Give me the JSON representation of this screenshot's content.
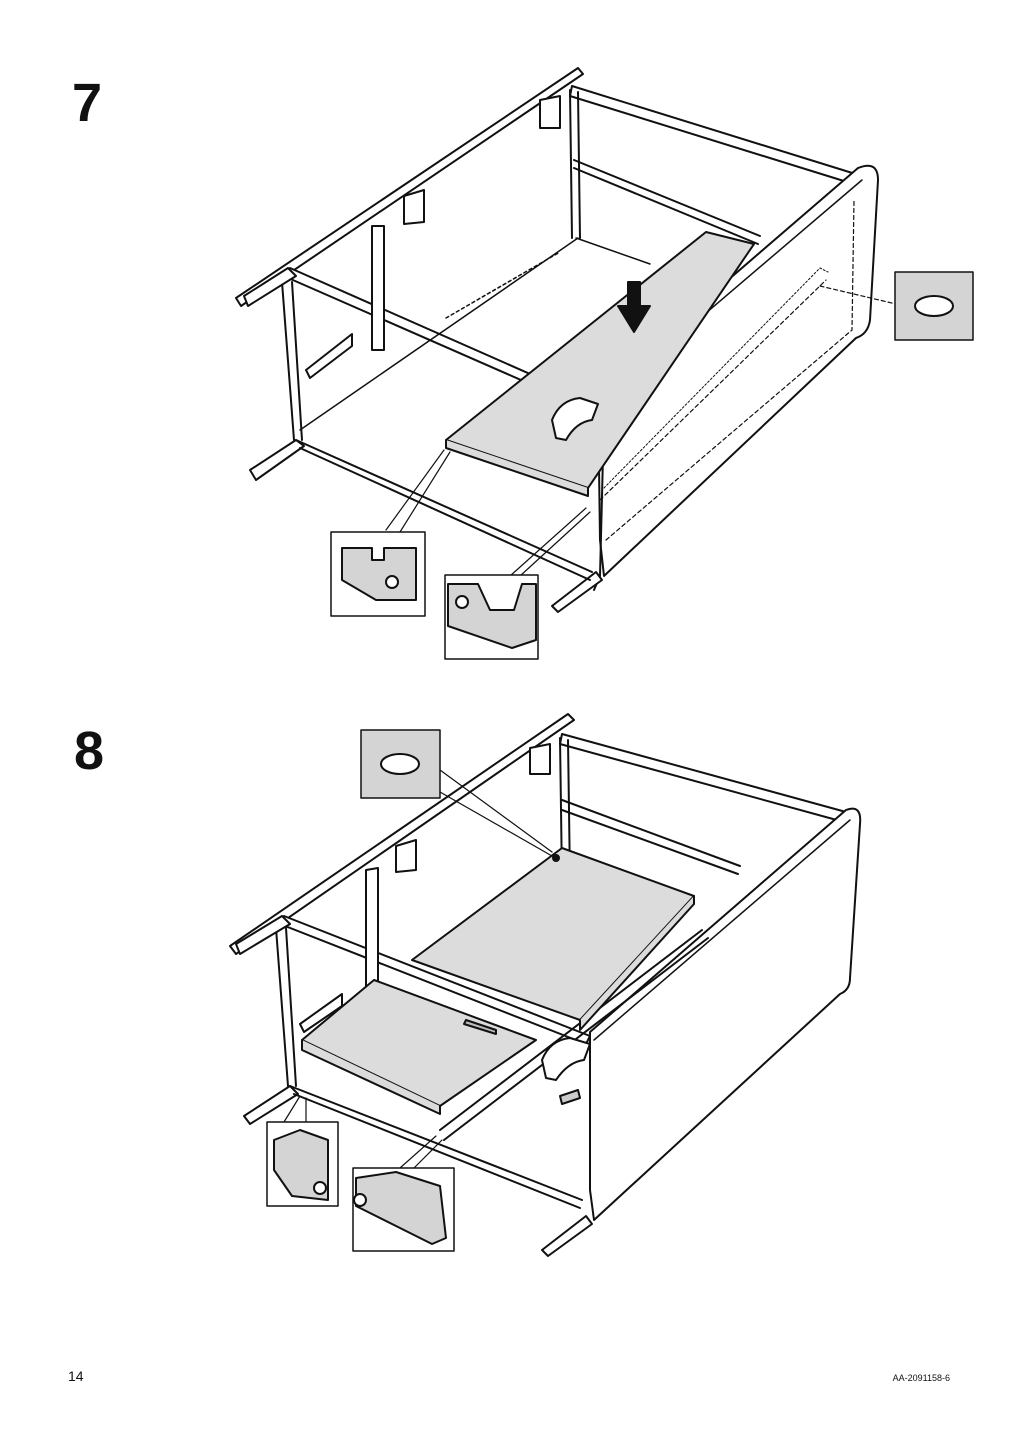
{
  "steps": [
    {
      "number": "7"
    },
    {
      "number": "8"
    }
  ],
  "footer": {
    "page_number": "14",
    "document_code": "AA-2091158-6"
  }
}
